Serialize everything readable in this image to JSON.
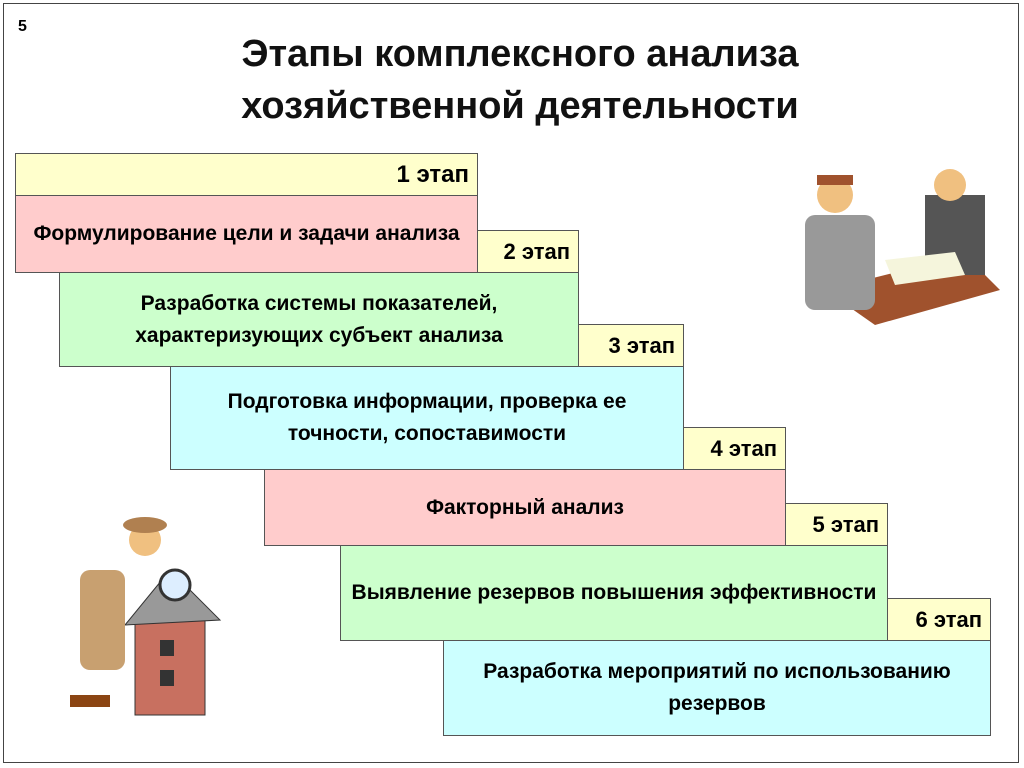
{
  "slide_number": "5",
  "title_line1": "Этапы комплексного анализа",
  "title_line2": "хозяйственной деятельности",
  "stages": [
    {
      "label": "1 этап",
      "text": "Формулирование цели и задачи анализа"
    },
    {
      "label": "2 этап",
      "text": "Разработка системы показателей, характеризующих субъект анализа"
    },
    {
      "label": "3 этап",
      "text": "Подготовка информации, проверка ее точности, сопоставимости"
    },
    {
      "label": "4 этап",
      "text": "Факторный анализ"
    },
    {
      "label": "5 этап",
      "text": "Выявление резервов повышения эффективности"
    },
    {
      "label": "6 этап",
      "text": "Разработка мероприятий по использованию резервов"
    }
  ]
}
